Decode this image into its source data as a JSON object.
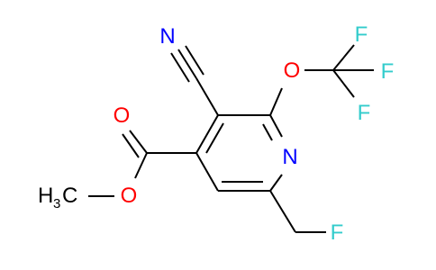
{
  "molecule": {
    "colors": {
      "bond": "#000000",
      "nitrogen": "#0000ff",
      "oxygen": "#ff0000",
      "fluorine": "#33cccc",
      "carbon": "#000000"
    },
    "atoms": {
      "nitrile_n": "N",
      "ether_o": "O",
      "f1": "F",
      "f2": "F",
      "f3": "F",
      "ring_n": "N",
      "carbonyl_o": "O",
      "ester_o": "O",
      "methyl_h": "H",
      "methyl_sub": "3",
      "methyl_c": "C",
      "fluoromethyl_f": "F"
    }
  }
}
